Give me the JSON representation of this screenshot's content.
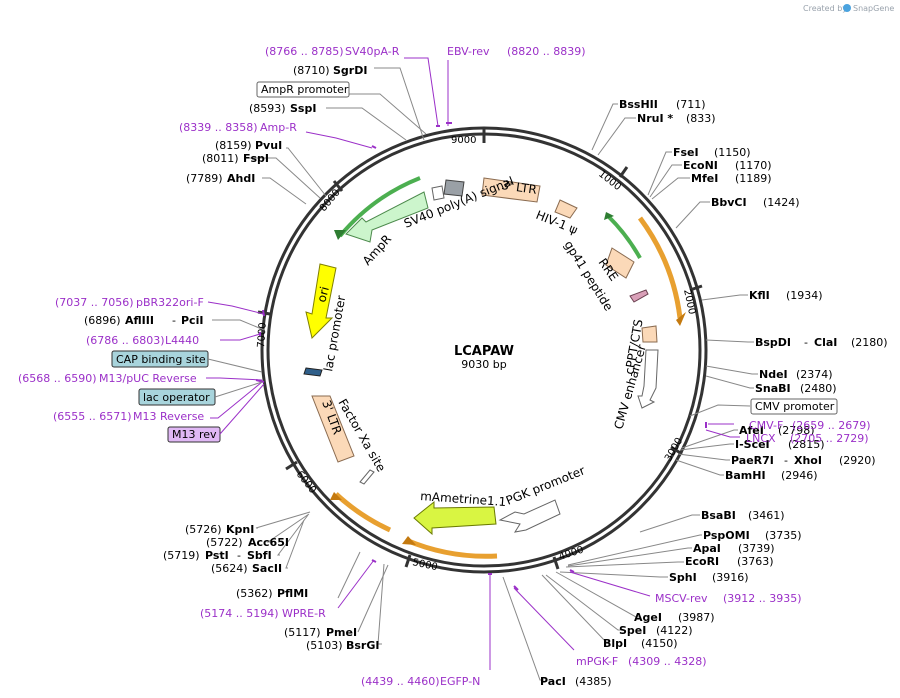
{
  "plasmid": {
    "name": "LCAPAW",
    "length": "9030 bp"
  },
  "credit": {
    "created_by": "Created by",
    "brand": "SnapGene"
  },
  "ticks": [
    "1000",
    "2000",
    "3000",
    "4000",
    "5000",
    "6000",
    "7000",
    "8000",
    "9000"
  ],
  "features": {
    "ltr_top": "3' LTR",
    "hiv_psi": "HIV-1 ψ",
    "rre": "RRE",
    "gp41": "gp41 peptide",
    "cppt": "cPPT/CTS",
    "cmv_enh": "CMV enhancer",
    "pgk": "PGK promoter",
    "mametrine": "mAmetrine1.1",
    "factor_xa": "Factor Xa site",
    "ltr_left": "3' LTR",
    "lac_promoter": "lac promoter",
    "ori": "ori",
    "ampr": "AmpR",
    "sv40": "SV40 poly(A) signal"
  },
  "sites": {
    "bsshii": {
      "name": "BssHII",
      "pos": "(711)"
    },
    "nrui": {
      "name": "NruI *",
      "pos": "(833)"
    },
    "fsei": {
      "name": "FseI",
      "pos": "(1150)"
    },
    "econi": {
      "name": "EcoNI",
      "pos": "(1170)"
    },
    "mfei": {
      "name": "MfeI",
      "pos": "(1189)"
    },
    "bbvci": {
      "name": "BbvCI",
      "pos": "(1424)"
    },
    "kfli": {
      "name": "KflI",
      "pos": "(1934)"
    },
    "bspdi": {
      "name": "BspDI",
      "sep": "-",
      "name2": "ClaI",
      "pos": "(2180)"
    },
    "ndei": {
      "name": "NdeI",
      "pos": "(2374)"
    },
    "snabi": {
      "name": "SnaBI",
      "pos": "(2480)"
    },
    "afei": {
      "name": "AfeI",
      "pos": "(2798)"
    },
    "iscei": {
      "name": "I-SceI",
      "pos": "(2815)"
    },
    "paer7i": {
      "name": "PaeR7I",
      "sep": "-",
      "name2": "XhoI",
      "pos": "(2920)"
    },
    "bamhi": {
      "name": "BamHI",
      "pos": "(2946)"
    },
    "bsabi": {
      "name": "BsaBI",
      "pos": "(3461)"
    },
    "pspomi": {
      "name": "PspOMI",
      "pos": "(3735)"
    },
    "apai": {
      "name": "ApaI",
      "pos": "(3739)"
    },
    "ecori": {
      "name": "EcoRI",
      "pos": "(3763)"
    },
    "sphi": {
      "name": "SphI",
      "pos": "(3916)"
    },
    "agei": {
      "name": "AgeI",
      "pos": "(3987)"
    },
    "spei": {
      "name": "SpeI",
      "pos": "(4122)"
    },
    "blpi": {
      "name": "BlpI",
      "pos": "(4150)"
    },
    "paci": {
      "name": "PacI",
      "pos": "(4385)"
    },
    "pmei": {
      "pos": "(5117)",
      "name": "PmeI"
    },
    "bsrgi": {
      "pos": "(5103)",
      "name": "BsrGI"
    },
    "pflmi": {
      "pos": "(5362)",
      "name": "PflMI"
    },
    "kpni": {
      "pos": "(5726)",
      "name": "KpnI"
    },
    "acc65i": {
      "pos": "(5722)",
      "name": "Acc65I"
    },
    "psti": {
      "pos": "(5719)",
      "name": "PstI",
      "sep": "-",
      "name2": "SbfI"
    },
    "sacii": {
      "pos": "(5624)",
      "name": "SacII"
    },
    "aflii": {
      "pos": "(6896)",
      "name": "AflIII",
      "sep": "-",
      "name2": "PciI"
    },
    "ahdi": {
      "pos": "(7789)",
      "name": "AhdI"
    },
    "fspi": {
      "pos": "(8011)",
      "name": "FspI"
    },
    "pvui": {
      "pos": "(8159)",
      "name": "PvuI"
    },
    "sspi": {
      "pos": "(8593)",
      "name": "SspI"
    },
    "sgrdi": {
      "pos": "(8710)",
      "name": "SgrDI"
    }
  },
  "primers": {
    "sv40pa_r": {
      "range": "(8766 .. 8785)",
      "name": "SV40pA-R"
    },
    "ebv_rev": {
      "name": "EBV-rev",
      "range": "(8820 .. 8839)"
    },
    "amp_r": {
      "range": "(8339 .. 8358)",
      "name": "Amp-R"
    },
    "pbr322": {
      "range": "(7037 .. 7056)",
      "name": "pBR322ori-F"
    },
    "l4440": {
      "range": "(6786 .. 6803)",
      "name": "L4440"
    },
    "m13puc": {
      "range": "(6568 .. 6590)",
      "name": "M13/pUC Reverse"
    },
    "m13rev": {
      "range": "(6555 .. 6571)",
      "name": "M13 Reverse"
    },
    "cmv_f": {
      "name": "CMV-F",
      "range": "(2659 .. 2679)"
    },
    "lncx": {
      "name": "LNCX",
      "range": "(2705 .. 2729)"
    },
    "mscv": {
      "name": "MSCV-rev",
      "range": "(3912 .. 3935)"
    },
    "mpgk": {
      "name": "mPGK-F",
      "range": "(4309 .. 4328)"
    },
    "wpre": {
      "range": "(5174 .. 5194)",
      "name": "WPRE-R"
    },
    "egfp": {
      "range": "(4439 .. 4460)",
      "name": "EGFP-N"
    }
  },
  "boxes": {
    "ampr_promoter": "AmpR promoter",
    "cmv_promoter": "CMV promoter",
    "cap_site": "CAP binding site",
    "lac_operator": "lac operator",
    "m13_rev": "M13 rev"
  },
  "colors": {
    "backbone": "#333333",
    "primer": "#9b30c8",
    "orange_arc": "#f5a623",
    "green_arc": "#4caf50",
    "ltr_fill": "#fbd9b8",
    "ori_fill": "#ffff00",
    "ampr_fill": "#ccf5cc",
    "mametrine_fill": "#d9f542",
    "cap_box": "#a8d4dc",
    "m13_box": "#e0b8f5"
  }
}
